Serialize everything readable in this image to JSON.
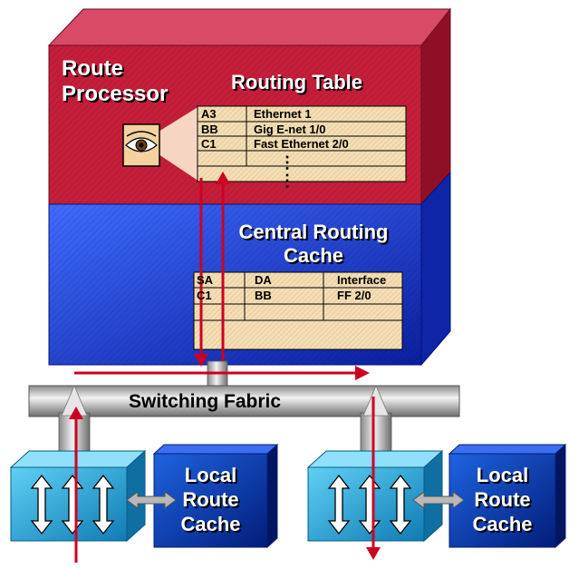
{
  "route_processor": {
    "title_line1": "Route",
    "title_line2": "Processor",
    "color": "#c41e3a"
  },
  "routing_table": {
    "title": "Routing Table",
    "rows": [
      [
        "A3",
        "Ethernet 1"
      ],
      [
        "BB",
        "Gig E-net 1/0"
      ],
      [
        "C1",
        "Fast Ethernet 2/0"
      ]
    ],
    "continuation": "⋮"
  },
  "central_cache": {
    "title_line1": "Central Routing",
    "title_line2": "Cache",
    "color": "#1f3fcf",
    "headers": [
      "SA",
      "DA",
      "Interface"
    ],
    "rows": [
      [
        "C1",
        "BB",
        "FF 2/0"
      ]
    ]
  },
  "switching_fabric": {
    "label": "Switching Fabric"
  },
  "line_cards": [
    {
      "cache_line1": "Local",
      "cache_line2": "Route",
      "cache_line3": "Cache"
    },
    {
      "cache_line1": "Local",
      "cache_line2": "Route",
      "cache_line3": "Cache"
    }
  ],
  "icons": [
    "eye-icon",
    "up-down-arrow-icon",
    "bidirectional-arrow-icon",
    "flow-arrow-icon"
  ],
  "colors": {
    "flow_arrow": "#cc0022",
    "table_fill": "#f5deb3",
    "linecard_fill": "#2aa9d9",
    "local_cache_fill": "#0a3fb4",
    "fabric_fill": "#c8c8c8"
  }
}
